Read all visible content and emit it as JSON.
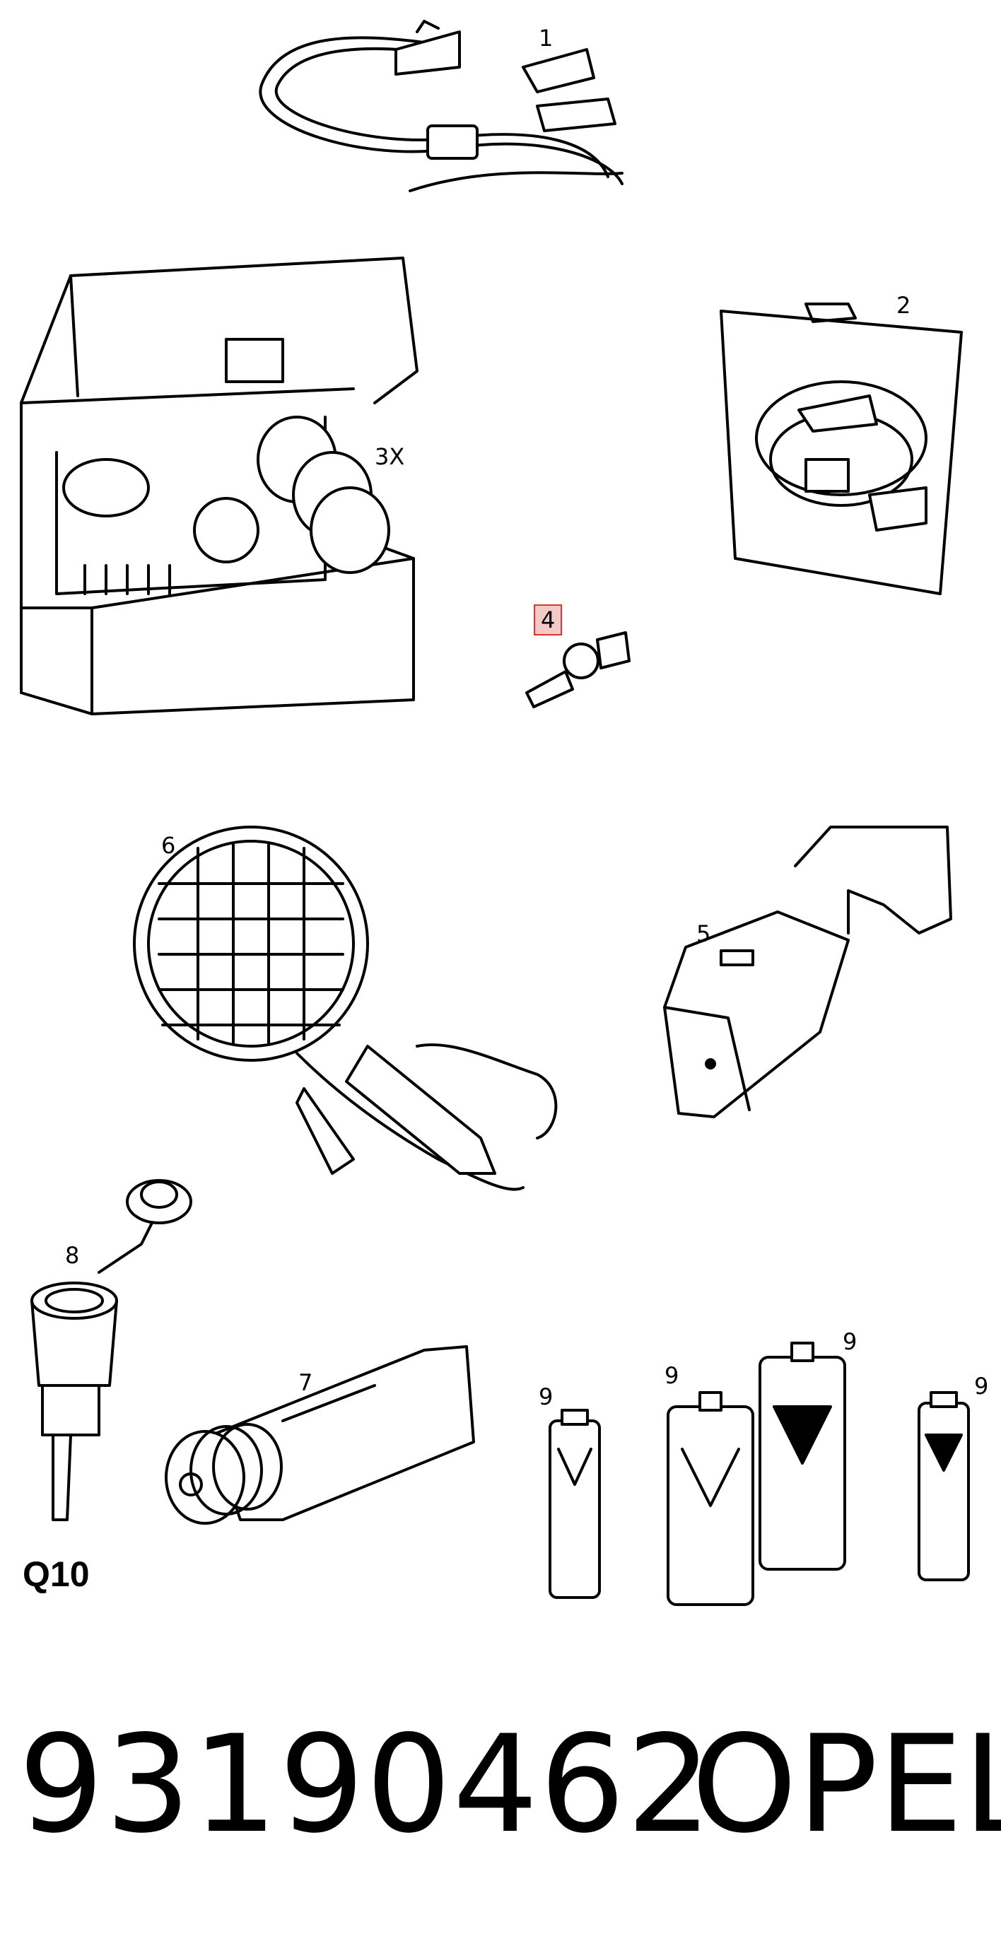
{
  "diagram": {
    "callouts": {
      "c1": "1",
      "c2": "2",
      "c3x": "3X",
      "c4": "4",
      "c5": "5",
      "c6": "6",
      "c7": "7",
      "c8": "8",
      "c9a": "9",
      "c9b": "9",
      "c9c": "9",
      "c9d": "9"
    },
    "figure_code": "Q10",
    "part_number": "93190462",
    "brand": "OPEL",
    "highlight_color": "#d33333"
  }
}
